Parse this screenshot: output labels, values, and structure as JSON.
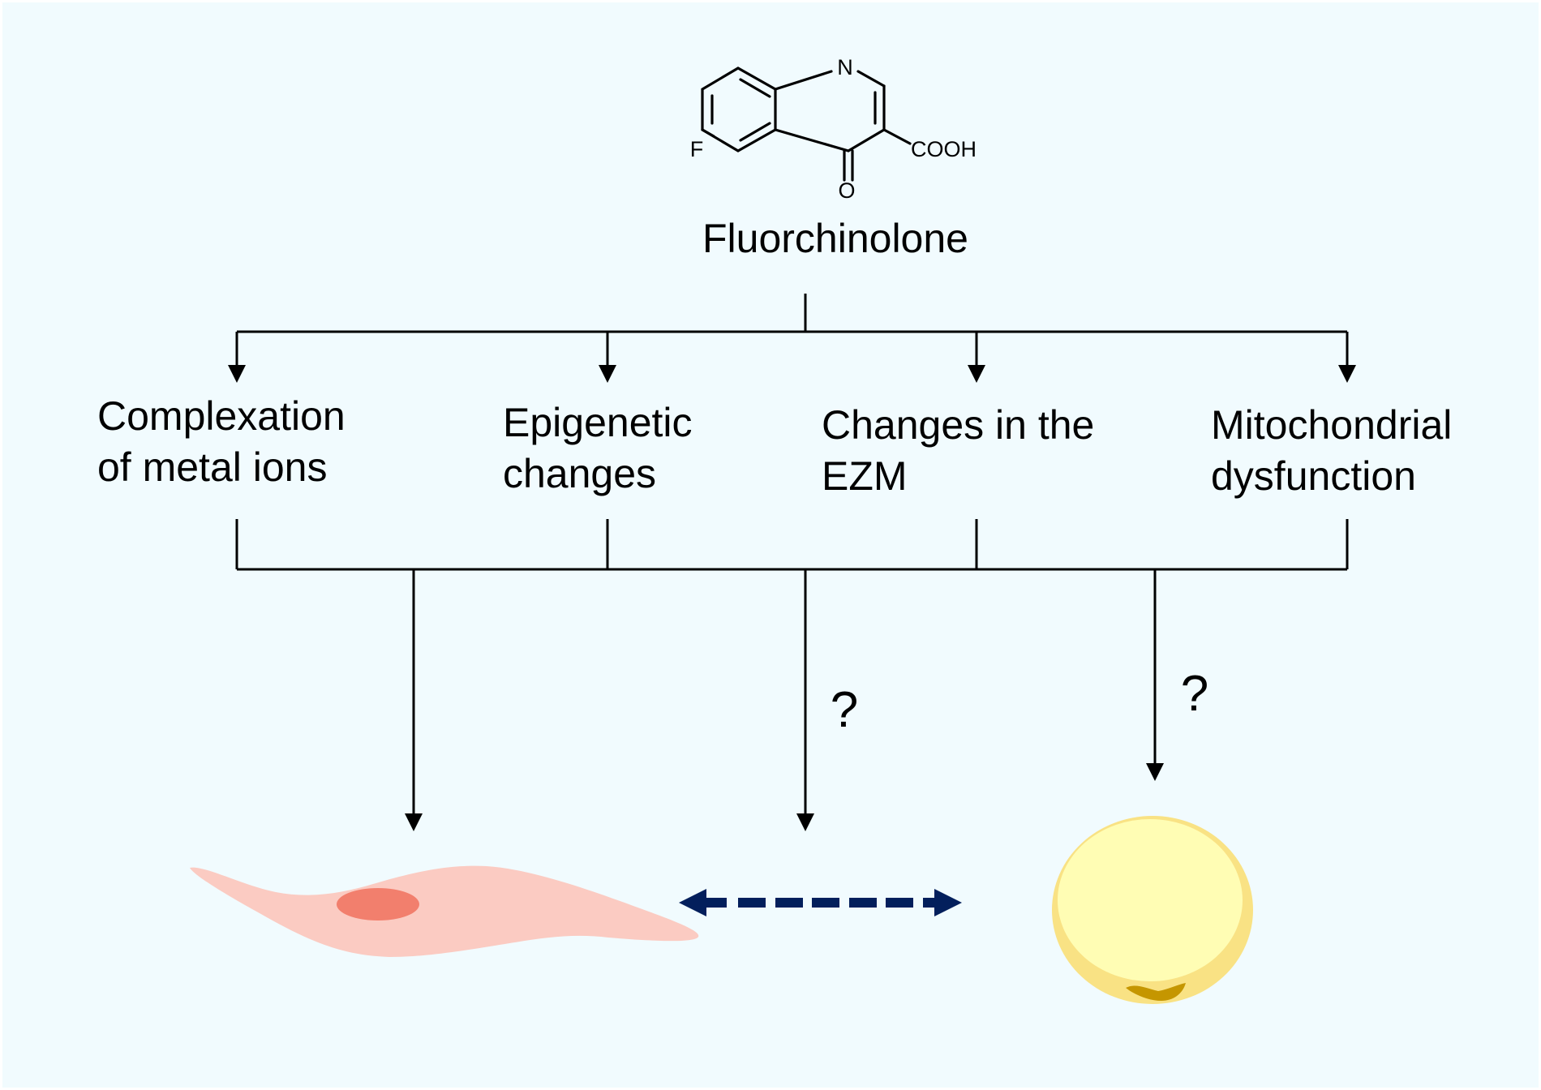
{
  "compound": {
    "name": "Fluorchinolone",
    "atoms": {
      "nitrogen": "N",
      "fluorine": "F",
      "oxygen": "O",
      "carboxyl": "COOH"
    }
  },
  "mechanisms": [
    {
      "line1": "Complexation",
      "line2": "of metal ions"
    },
    {
      "line1": "Epigenetic",
      "line2": "changes"
    },
    {
      "line1": "Changes in the",
      "line2": "EZM"
    },
    {
      "line1": "Mitochondrial",
      "line2": "dysfunction"
    }
  ],
  "uncertainty_marks": [
    "?",
    "?"
  ],
  "cells": [
    {
      "name": "fibroblast",
      "body_color": "#fbcbc2",
      "nucleus_color": "#f27f6d"
    },
    {
      "name": "adipocyte",
      "outer_color": "#f9e284",
      "inner_color": "#fffdb4",
      "nucleus_color": "#c59600"
    }
  ],
  "interaction_arrow": {
    "style": "dashed-bidirectional",
    "color": "#031f5c"
  },
  "colors": {
    "background": "#f1fbfe",
    "line": "#000000"
  }
}
